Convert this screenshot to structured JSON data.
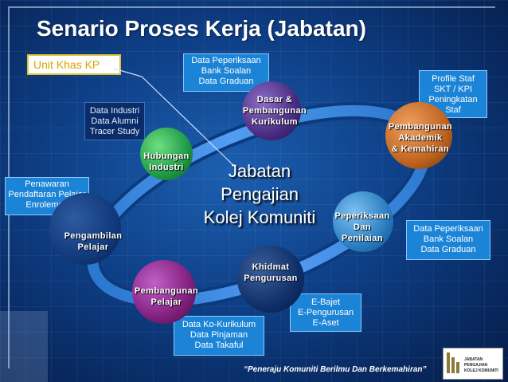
{
  "title": "Senario Proses Kerja (Jabatan)",
  "unit_label": "Unit Khas KP",
  "center_text": "Jabatan\nPengajian\nKolej Komuniti",
  "motto": "“Peneraju  Komuniti Berilmu Dan Berkemahiran”",
  "logo_text": "JABATAN PENGAJIAN KOLEJ KOMUNITI",
  "colors": {
    "accent_blue": "#1c84d6",
    "navy": "#0a2c69",
    "gold": "#d7a400"
  },
  "nodes": {
    "hubungan": "Hubungan\nIndustri",
    "kurikulum": "Dasar &\nPembangunan\nKurikulum",
    "akademik": "Pembangunan\nAkademik\n& Kemahiran",
    "penilaian": "Peperiksaan\nDan\nPenilaian",
    "pengurusan": "Khidmat\nPengurusan",
    "pelajar_dev": "Pembangunan\nPelajar",
    "pengambilan": "Pengambilan\nPelajar"
  },
  "notes": {
    "peperiksaan_top": "Data Peperiksaan\nBank Soalan\nData Graduan",
    "industri": "Data Industri\nData Alumni\nTracer Study",
    "profile": "Profile Staf\nSKT / KPI\nPeningkatan\nStaf",
    "penawaran": "Penawaran\nPendaftaran Pelajar\nEnrolemen",
    "peperiksaan_right": "Data Peperiksaan\nBank Soalan\nData Graduan",
    "ebajet": "E-Bajet\nE-Pengurusan\nE-Aset",
    "kokurikulum": "Data Ko-Kurikulum\nData Pinjaman\nData Takaful"
  }
}
